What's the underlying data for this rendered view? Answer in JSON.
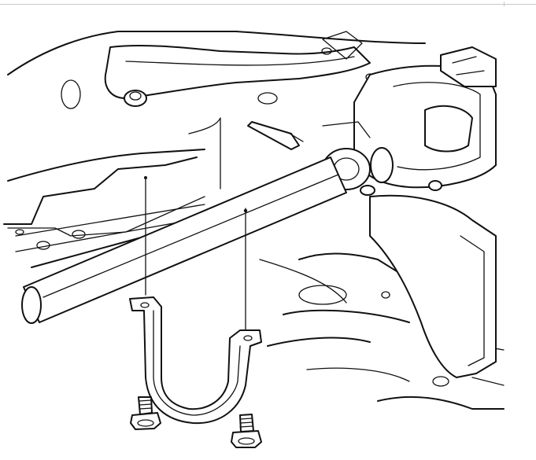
{
  "diagram": {
    "style": "line-art",
    "colors": {
      "stroke": "#111111",
      "background": "#ffffff",
      "rule": "#c8c8c8"
    },
    "parts": [
      {
        "id": "frame-crossmember",
        "kind": "structure"
      },
      {
        "id": "exhaust-pipe",
        "kind": "component"
      },
      {
        "id": "differential-housing",
        "kind": "component"
      },
      {
        "id": "u-clamp",
        "kind": "fastener"
      },
      {
        "id": "bolt-left",
        "kind": "fastener"
      },
      {
        "id": "bolt-right",
        "kind": "fastener"
      },
      {
        "id": "alignment-line-left",
        "kind": "guide"
      },
      {
        "id": "alignment-line-right",
        "kind": "guide"
      }
    ]
  }
}
